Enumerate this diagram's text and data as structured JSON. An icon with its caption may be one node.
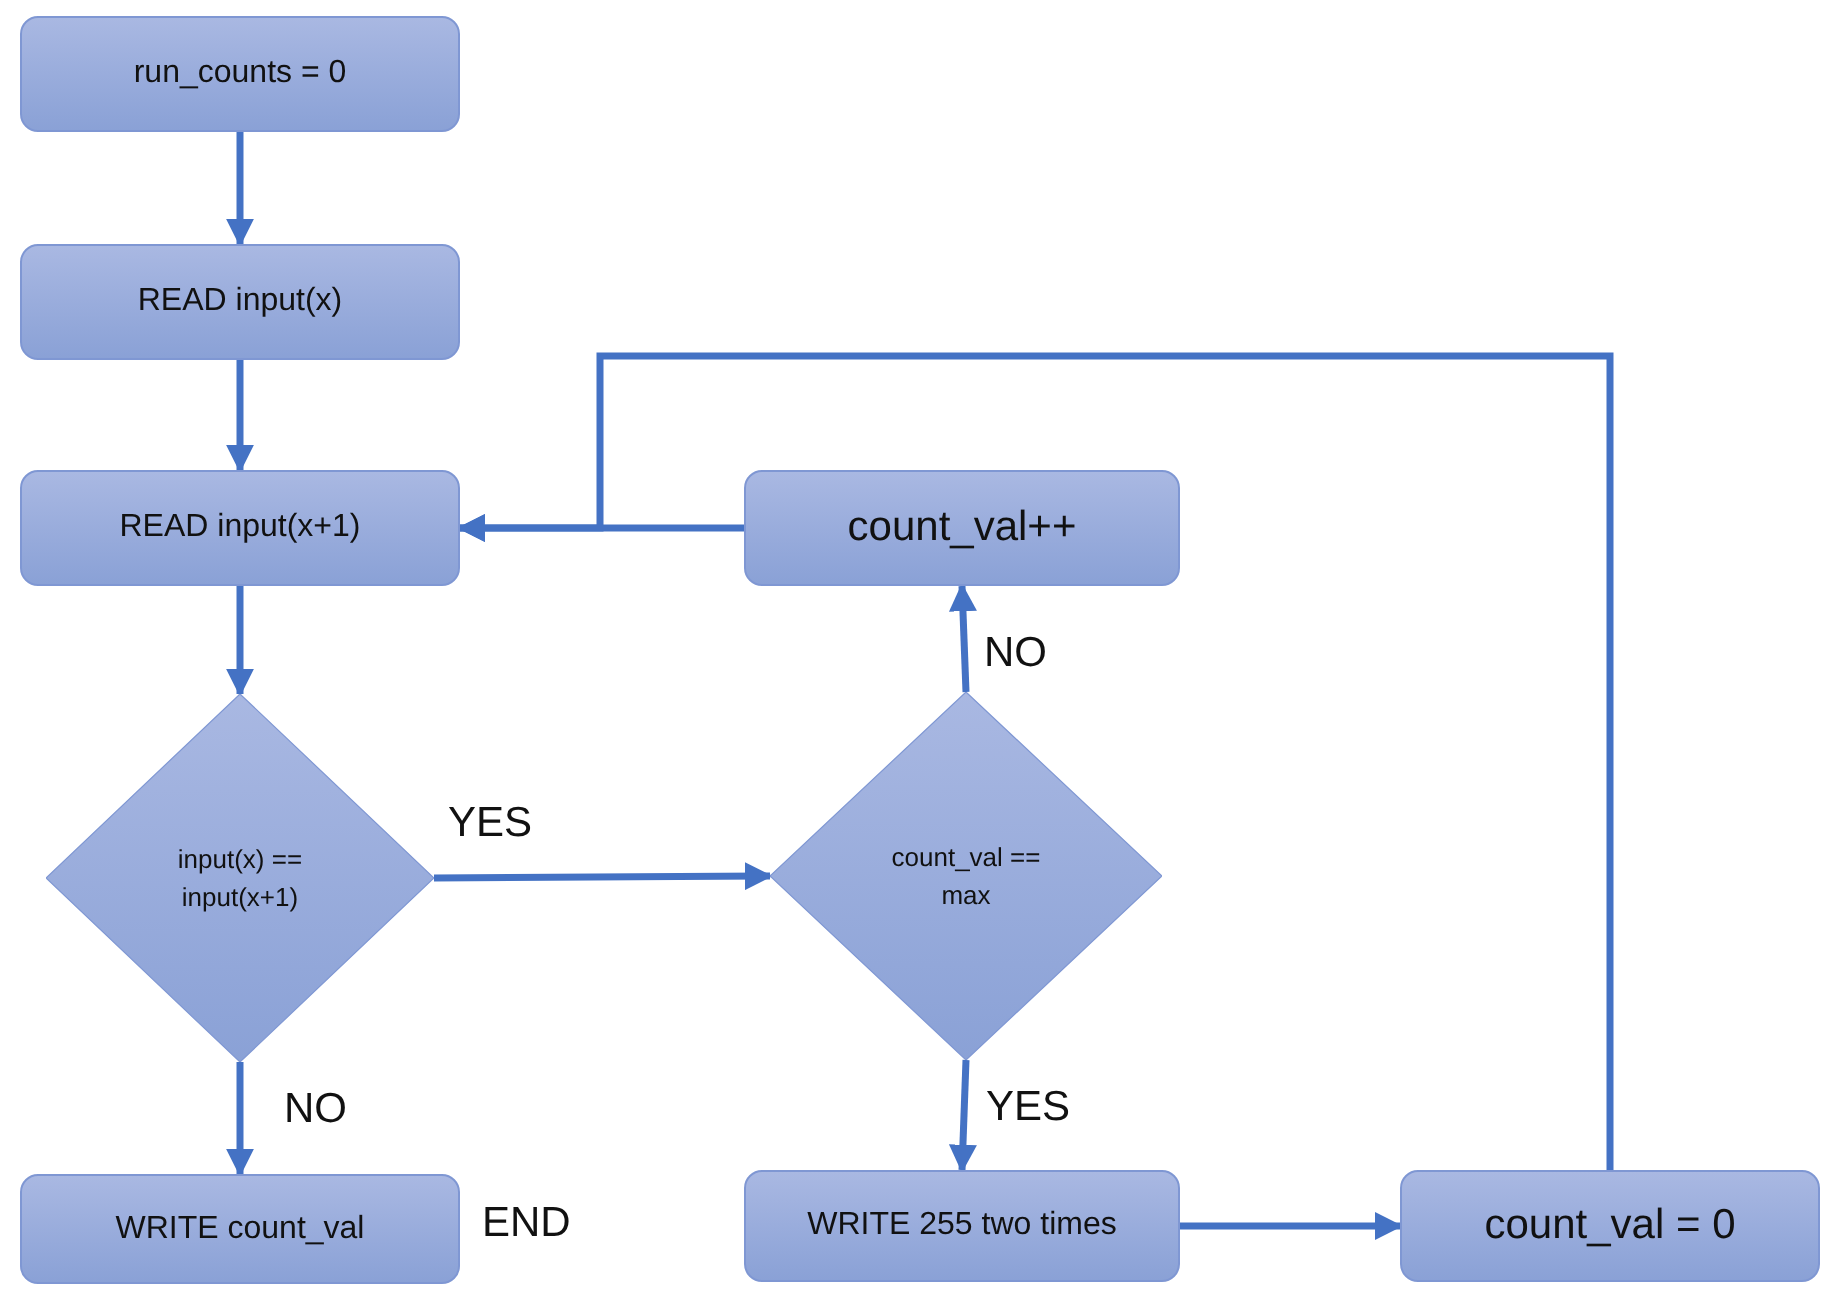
{
  "diagram": {
    "nodes": [
      {
        "text": [
          "run_counts = 0"
        ]
      },
      {
        "text": [
          "READ input(x)"
        ]
      },
      {
        "text": [
          "READ input(x+1)"
        ]
      },
      {
        "text": [
          "input(x) == input(x+1)"
        ]
      },
      {
        "text": [
          "WRITE count_val"
        ],
        "beside": [
          "END"
        ]
      },
      {
        "text": [
          "count_val++"
        ]
      },
      {
        "text": [
          "count_val == max"
        ]
      },
      {
        "text": [
          "WRITE 255 two times"
        ]
      },
      {
        "text": [
          "count_val = 0"
        ]
      }
    ],
    "edges": [
      {
        "from": 0,
        "to": 1,
        "arrow": "to"
      },
      {
        "from": 1,
        "to": 2,
        "arrow": "to"
      },
      {
        "from": 2,
        "to": 3,
        "arrow": "to"
      },
      {
        "from": 3,
        "to": 4,
        "arrow": "to",
        "label": "NO"
      },
      {
        "from": 3,
        "to": 6,
        "arrow": "to",
        "label": "YES"
      },
      {
        "from": 6,
        "to": 5,
        "arrow": "to",
        "label": "NO"
      },
      {
        "from": 6,
        "to": 7,
        "arrow": "to",
        "label": "YES"
      },
      {
        "from": 7,
        "to": 8,
        "arrow": "to"
      },
      {
        "from": 5,
        "to": 2,
        "arrow": "to"
      },
      {
        "from": 8,
        "to": 2,
        "arrow": "to"
      }
    ]
  }
}
